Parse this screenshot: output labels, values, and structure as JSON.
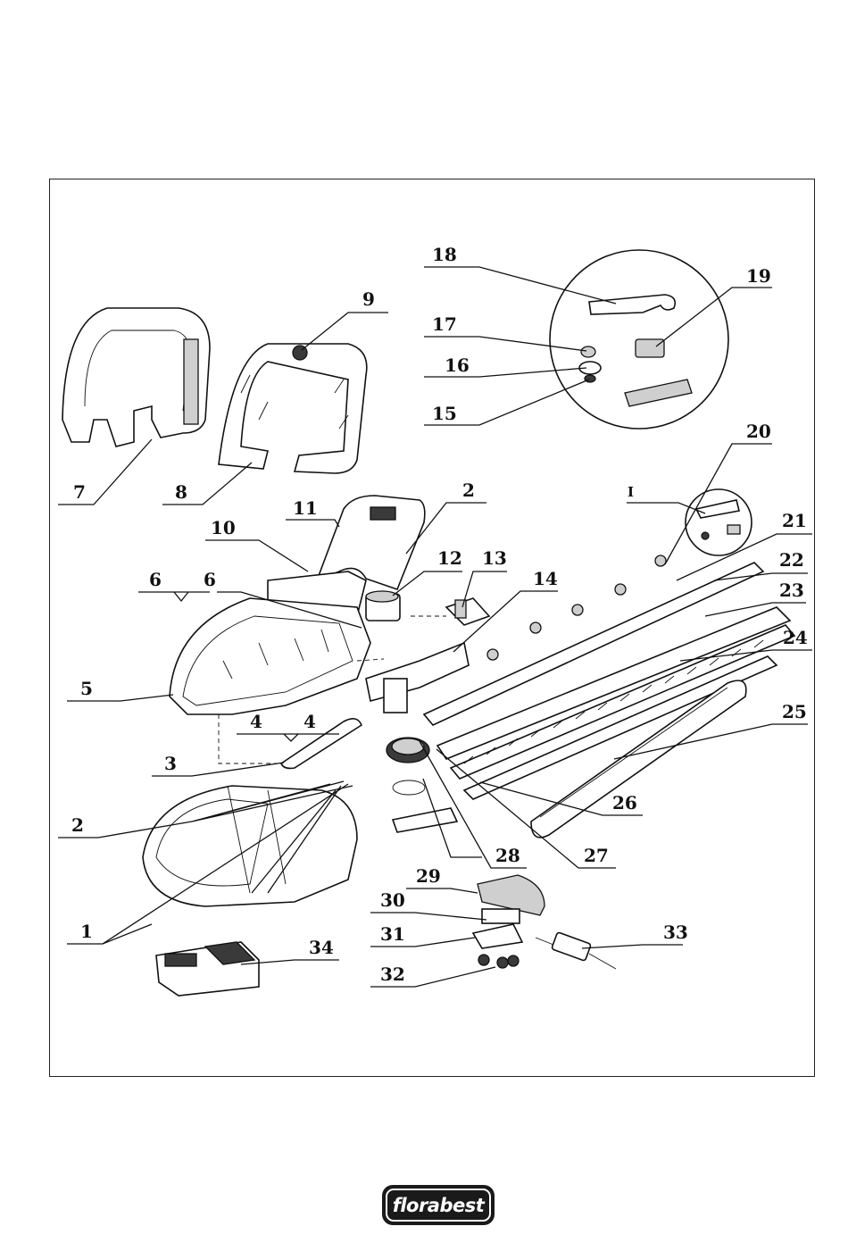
{
  "callouts": [
    {
      "id": "c18",
      "label": "18"
    },
    {
      "id": "c19",
      "label": "19"
    },
    {
      "id": "c17",
      "label": "17"
    },
    {
      "id": "c16",
      "label": "16"
    },
    {
      "id": "c15",
      "label": "15"
    },
    {
      "id": "c9",
      "label": "9"
    },
    {
      "id": "c7",
      "label": "7"
    },
    {
      "id": "c8",
      "label": "8"
    },
    {
      "id": "c20",
      "label": "20"
    },
    {
      "id": "cI",
      "label": "I"
    },
    {
      "id": "c2a",
      "label": "2"
    },
    {
      "id": "c11",
      "label": "11"
    },
    {
      "id": "c10",
      "label": "10"
    },
    {
      "id": "c12",
      "label": "12"
    },
    {
      "id": "c13",
      "label": "13"
    },
    {
      "id": "c14",
      "label": "14"
    },
    {
      "id": "c6a",
      "label": "6"
    },
    {
      "id": "c6b",
      "label": "6"
    },
    {
      "id": "c21",
      "label": "21"
    },
    {
      "id": "c22",
      "label": "22"
    },
    {
      "id": "c23",
      "label": "23"
    },
    {
      "id": "c24",
      "label": "24"
    },
    {
      "id": "c5",
      "label": "5"
    },
    {
      "id": "c4a",
      "label": "4"
    },
    {
      "id": "c4b",
      "label": "4"
    },
    {
      "id": "c25",
      "label": "25"
    },
    {
      "id": "c3",
      "label": "3"
    },
    {
      "id": "c26",
      "label": "26"
    },
    {
      "id": "c2b",
      "label": "2"
    },
    {
      "id": "c28",
      "label": "28"
    },
    {
      "id": "c27",
      "label": "27"
    },
    {
      "id": "c29",
      "label": "29"
    },
    {
      "id": "c30",
      "label": "30"
    },
    {
      "id": "c1",
      "label": "1"
    },
    {
      "id": "c31",
      "label": "31"
    },
    {
      "id": "c33",
      "label": "33"
    },
    {
      "id": "c34",
      "label": "34"
    },
    {
      "id": "c32",
      "label": "32"
    }
  ],
  "brand": {
    "name": "florabest"
  }
}
